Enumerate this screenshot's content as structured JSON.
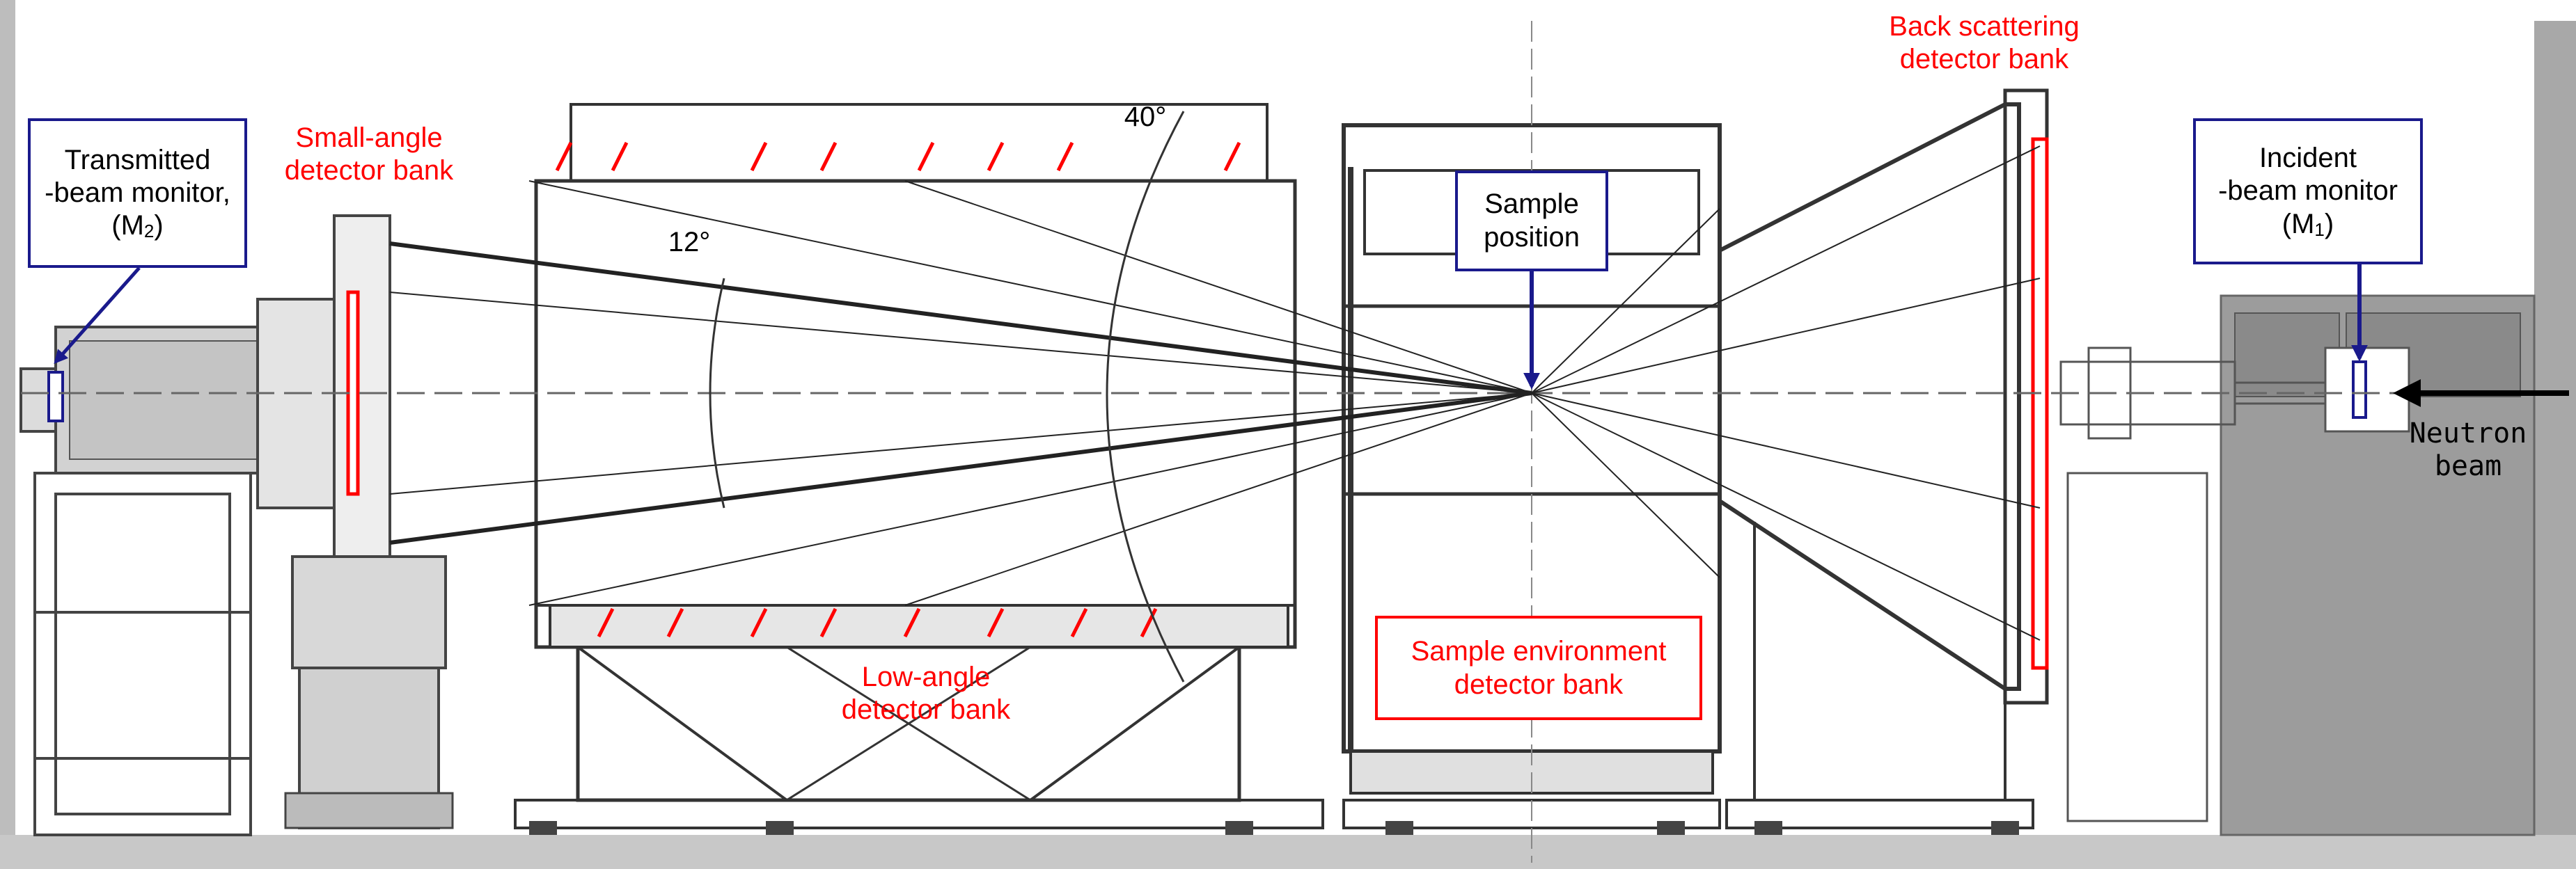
{
  "labels": {
    "transmitted_monitor": {
      "line1": "Transmitted",
      "line2": "-beam monitor,",
      "line3_pre": "(M",
      "line3_sub": "2",
      "line3_post": ")"
    },
    "incident_monitor": {
      "line1": "Incident",
      "line2": "-beam monitor",
      "line3_pre": "(M",
      "line3_sub": "1",
      "line3_post": ")"
    },
    "small_angle_bank": "Small-angle\ndetector bank",
    "back_scattering_bank": "Back scattering\ndetector bank",
    "low_angle_bank": "Low-angle\ndetector bank",
    "sample_env_bank": "Sample environment\ndetector bank",
    "sample_position": "Sample\nposition",
    "neutron_beam": "Neutron\nbeam",
    "angle_12": "12°",
    "angle_40": "40°"
  },
  "colors": {
    "detector_red": "#ff0000",
    "callout_blue": "#1a1a8c",
    "drawing_line": "#333333",
    "shield_gray": "#999999"
  }
}
